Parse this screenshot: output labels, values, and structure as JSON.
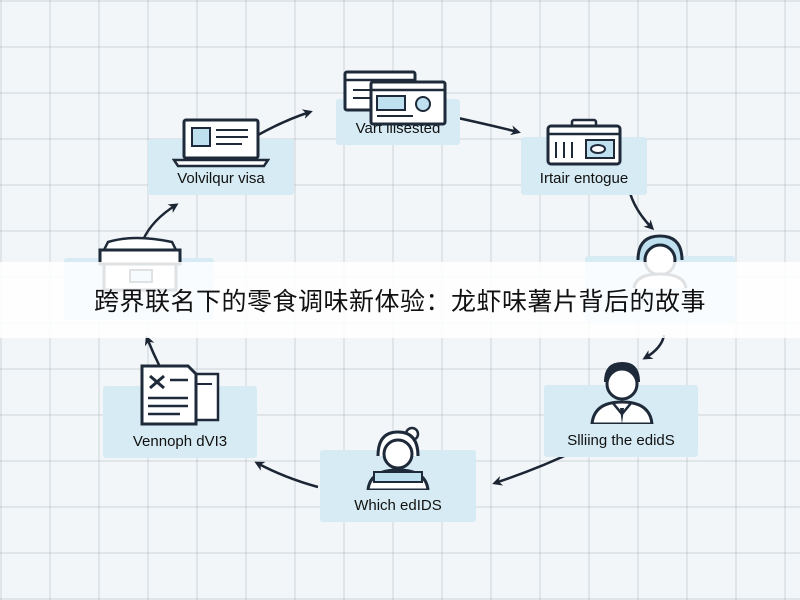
{
  "title": "跨界联名下的零食调味新体验：龙虾味薯片背后的故事",
  "nodes": [
    {
      "label": "Vart liisested",
      "icon": "dashboard-window-icon"
    },
    {
      "label": "Irtair entogue",
      "icon": "toolbox-screen-icon"
    },
    {
      "label": "",
      "icon": "user-avatar-icon"
    },
    {
      "label": "Slliing the edidS",
      "icon": "businessman-icon"
    },
    {
      "label": "Which edIDS",
      "icon": "woman-support-icon"
    },
    {
      "label": "Vennoph dVI3",
      "icon": "document-cross-icon"
    },
    {
      "label": "",
      "icon": "printer-box-icon"
    },
    {
      "label": "Volvilqur visa",
      "icon": "laptop-icon"
    }
  ],
  "colors": {
    "plate": "#d6ebf3",
    "stroke": "#1e2a3a",
    "arrow": "#1b2533",
    "accent": "#bfe0ee"
  }
}
